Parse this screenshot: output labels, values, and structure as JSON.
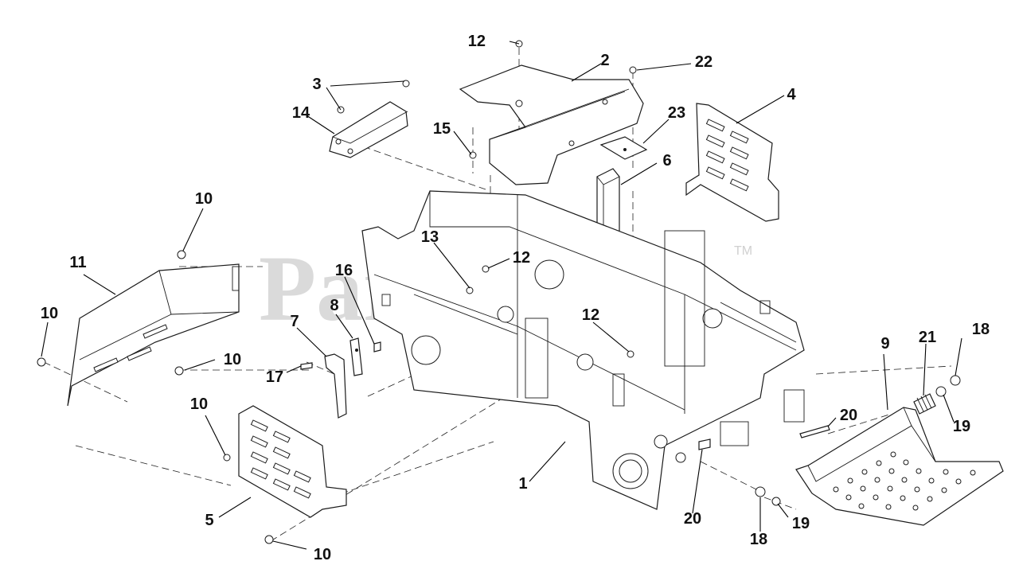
{
  "watermark": {
    "text": "PartsTree",
    "tm": "TM"
  },
  "callouts": [
    {
      "id": "c1",
      "label": "1"
    },
    {
      "id": "c2",
      "label": "2"
    },
    {
      "id": "c3",
      "label": "3"
    },
    {
      "id": "c4",
      "label": "4"
    },
    {
      "id": "c5",
      "label": "5"
    },
    {
      "id": "c6",
      "label": "6"
    },
    {
      "id": "c7",
      "label": "7"
    },
    {
      "id": "c8",
      "label": "8"
    },
    {
      "id": "c9",
      "label": "9"
    },
    {
      "id": "c10a",
      "label": "10"
    },
    {
      "id": "c10b",
      "label": "10"
    },
    {
      "id": "c10c",
      "label": "10"
    },
    {
      "id": "c10d",
      "label": "10"
    },
    {
      "id": "c10e",
      "label": "10"
    },
    {
      "id": "c11",
      "label": "11"
    },
    {
      "id": "c12a",
      "label": "12"
    },
    {
      "id": "c12b",
      "label": "12"
    },
    {
      "id": "c12c",
      "label": "12"
    },
    {
      "id": "c13",
      "label": "13"
    },
    {
      "id": "c14",
      "label": "14"
    },
    {
      "id": "c15",
      "label": "15"
    },
    {
      "id": "c16",
      "label": "16"
    },
    {
      "id": "c17",
      "label": "17"
    },
    {
      "id": "c18a",
      "label": "18"
    },
    {
      "id": "c18b",
      "label": "18"
    },
    {
      "id": "c19a",
      "label": "19"
    },
    {
      "id": "c19b",
      "label": "19"
    },
    {
      "id": "c20a",
      "label": "20"
    },
    {
      "id": "c20b",
      "label": "20"
    },
    {
      "id": "c21",
      "label": "21"
    },
    {
      "id": "c22",
      "label": "22"
    },
    {
      "id": "c23",
      "label": "23"
    }
  ]
}
